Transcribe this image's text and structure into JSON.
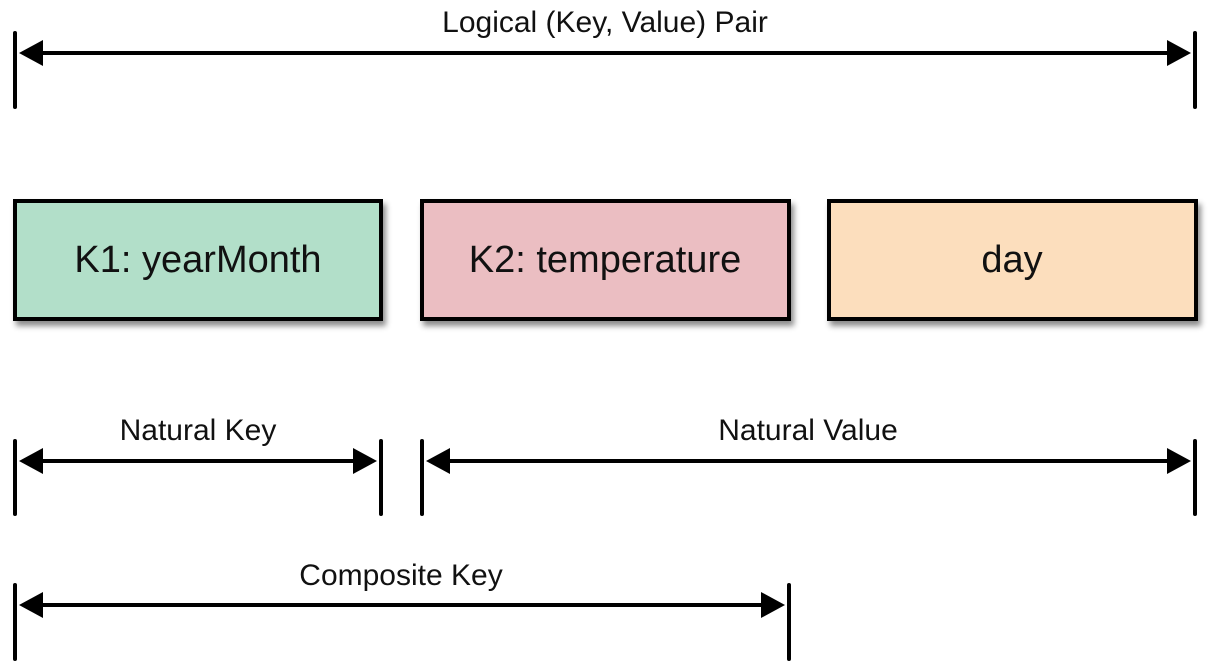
{
  "diagram": {
    "spans": [
      {
        "id": "logical-pair",
        "label": "Logical (Key, Value) Pair"
      },
      {
        "id": "natural-key",
        "label": "Natural Key"
      },
      {
        "id": "natural-value",
        "label": "Natural Value"
      },
      {
        "id": "composite-key",
        "label": "Composite Key"
      }
    ],
    "boxes": [
      {
        "id": "k1",
        "label": "K1: yearMonth",
        "color": "#b2dfc9"
      },
      {
        "id": "k2",
        "label": "K2: temperature",
        "color": "#ebbec2"
      },
      {
        "id": "value",
        "label": "day",
        "color": "#fcdebd"
      }
    ]
  }
}
